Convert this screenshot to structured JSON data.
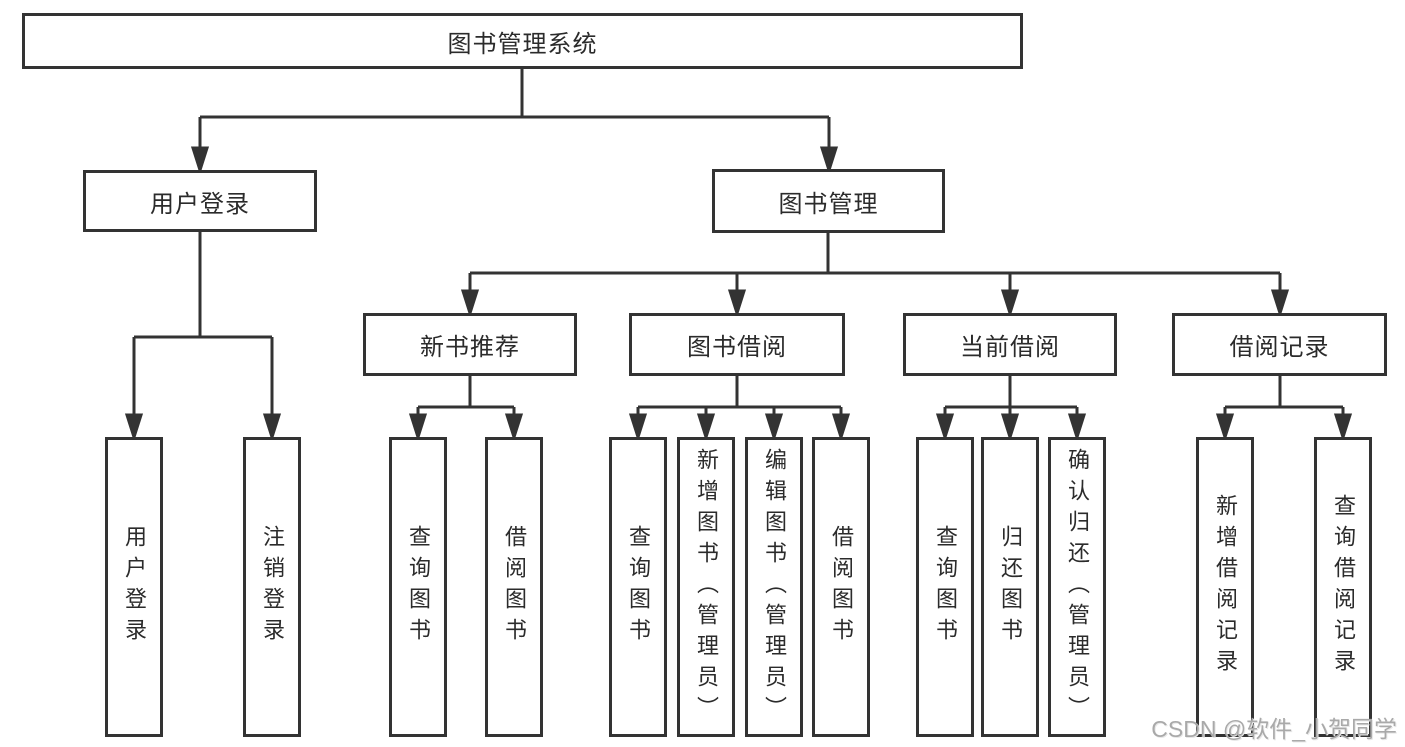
{
  "diagram": {
    "title": "图书管理系统",
    "root": {
      "label": "图书管理系统"
    },
    "level2": [
      {
        "label": "用户登录"
      },
      {
        "label": "图书管理"
      }
    ],
    "level3": [
      {
        "label": "新书推荐"
      },
      {
        "label": "图书借阅"
      },
      {
        "label": "当前借阅"
      },
      {
        "label": "借阅记录"
      }
    ],
    "leaves": {
      "user_login": [
        {
          "label": "用户登录"
        },
        {
          "label": "注销登录"
        }
      ],
      "new_books": [
        {
          "label": "查询图书"
        },
        {
          "label": "借阅图书"
        }
      ],
      "book_borrow": [
        {
          "label": "查询图书"
        },
        {
          "label": "新增图书（管理员）"
        },
        {
          "label": "编辑图书（管理员）"
        },
        {
          "label": "借阅图书"
        }
      ],
      "current_borrow": [
        {
          "label": "查询图书"
        },
        {
          "label": "归还图书"
        },
        {
          "label": "确认归还（管理员）"
        }
      ],
      "borrow_records": [
        {
          "label": "新增借阅记录"
        },
        {
          "label": "查询借阅记录"
        }
      ]
    }
  },
  "watermark": {
    "text": "CSDN @软件_小贺同学"
  },
  "colors": {
    "line": "#333333",
    "box_border": "#333333",
    "text": "#2b2b2b",
    "background": "#ffffff",
    "watermark": "#a9a9a9"
  }
}
